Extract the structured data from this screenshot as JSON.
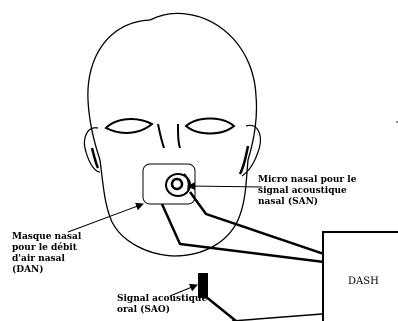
{
  "labels": {
    "micro_nasal": "Micro nasal pour le\nsignal acoustique\nnasal (SAN)",
    "masque_nasal": "Masque nasal\npour le débit\nd'air nasal\n(DAN)",
    "signal_oral": "Signal acoustique\noral (SAO)",
    "dash": "DASH"
  },
  "colors": {
    "stroke": "#000000",
    "background": "#ffffff"
  }
}
